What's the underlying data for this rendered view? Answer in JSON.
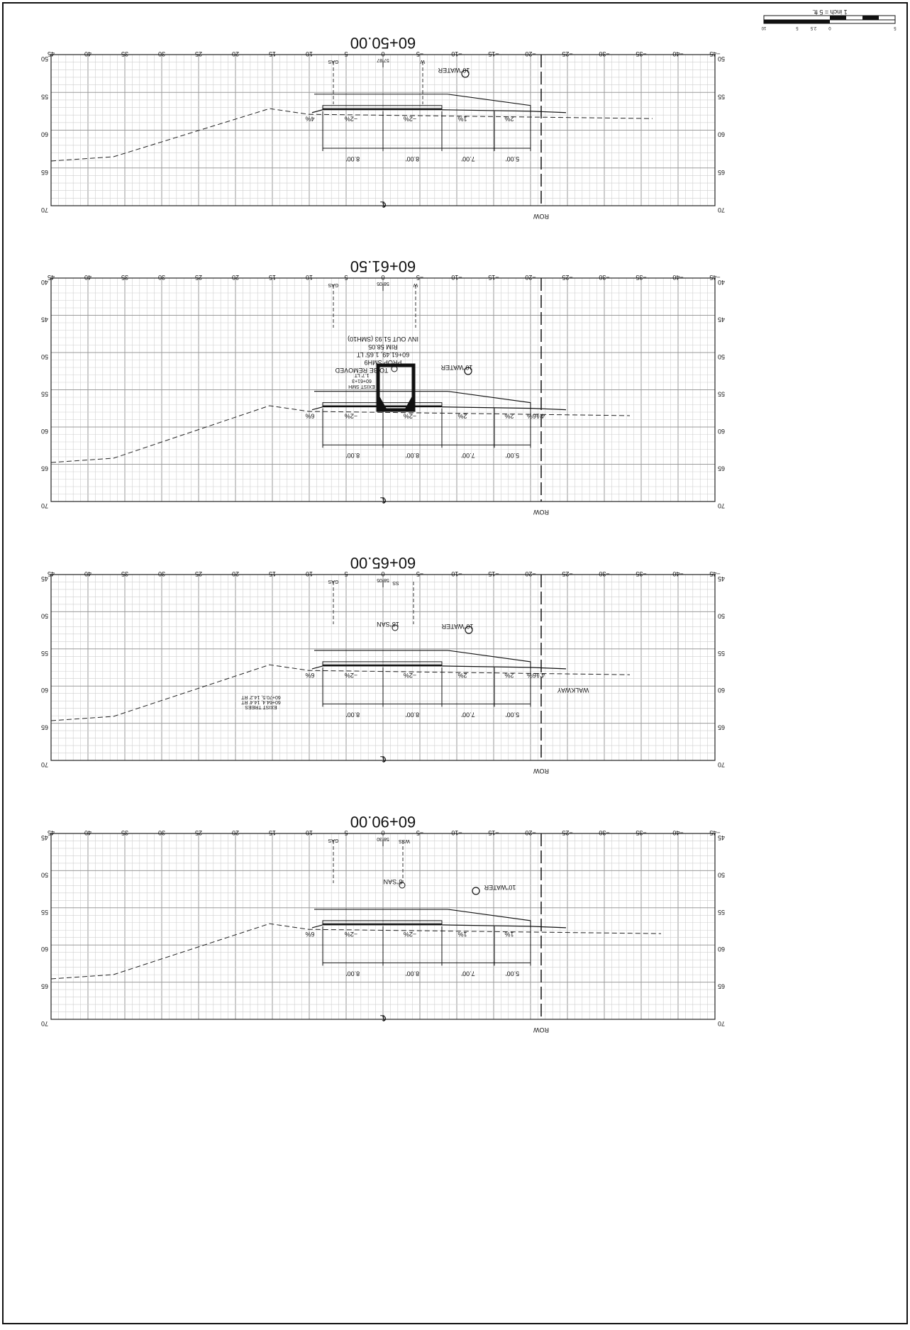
{
  "scale_bar": {
    "label": "1 inch = 5 ft.",
    "ticks": [
      "10",
      "5",
      "2.5",
      "0",
      "5"
    ]
  },
  "common": {
    "x_ticks": [
      "45",
      "40",
      "35",
      "30",
      "25",
      "20",
      "15",
      "10",
      "5",
      "0",
      "−5",
      "−10",
      "−15",
      "−20",
      "−25",
      "−30",
      "−35",
      "−40",
      "−45"
    ],
    "row_label": "ROW",
    "cl_symbol": "℄",
    "dims": [
      "8.00'",
      "8.00'",
      "7.00'",
      "5.00'"
    ],
    "gas": "GAS",
    "water_line": "W"
  },
  "sections": [
    {
      "title": "60+50.00",
      "y_left": [
        "50",
        "55",
        "60",
        "65",
        "70"
      ],
      "y_right": [
        "50",
        "55",
        "60",
        "65",
        "70"
      ],
      "cl_elev": "57.87",
      "slopes": [
        "4%",
        "−2%",
        "−2%",
        "1%",
        "2%"
      ],
      "notes": [
        "10\"WATER"
      ]
    },
    {
      "title": "60+61.50",
      "y_left": [
        "40",
        "45",
        "50",
        "55",
        "60",
        "65",
        "70"
      ],
      "y_right": [
        "40",
        "45",
        "50",
        "55",
        "60",
        "65",
        "70"
      ],
      "cl_elev": "58.05",
      "slopes": [
        "6%",
        "−2%",
        "−2%",
        "2%",
        "2%",
        "−6%",
        "4:1"
      ],
      "notes": [
        "10\"WATER",
        "PROP SMH9",
        "60+61.49, 1.65' LT",
        "RIM 58.05",
        "INV OUT 51.93 (SMH10)",
        "EXIST SMH",
        "60+61+3",
        "1.7' LT",
        "TO BE REMOVED"
      ]
    },
    {
      "title": "60+65.00",
      "y_left": [
        "45",
        "50",
        "55",
        "60",
        "65",
        "70"
      ],
      "y_right": [
        "45",
        "50",
        "55",
        "60",
        "65",
        "70"
      ],
      "cl_elev": "58.05",
      "slopes": [
        "6%",
        "−2%",
        "−2%",
        "2%",
        "2%",
        "−6%",
        "4:1"
      ],
      "notes": [
        "10\"WATER",
        "18\"SAN",
        "SS",
        "EXIST TREES",
        "60+64.4, 14.4' RT",
        "60+70.5, 14.2' RT",
        "WALKWAY"
      ]
    },
    {
      "title": "60+90.00",
      "y_left": [
        "45",
        "50",
        "55",
        "60",
        "65",
        "70"
      ],
      "y_right": [
        "45",
        "50",
        "55",
        "60",
        "65",
        "70"
      ],
      "cl_elev": "58.30",
      "slopes": [
        "6%",
        "−2%",
        "−2%",
        "1%",
        "1%"
      ],
      "notes": [
        "10\"WATER",
        "8\"SAN",
        "WSS"
      ]
    }
  ]
}
